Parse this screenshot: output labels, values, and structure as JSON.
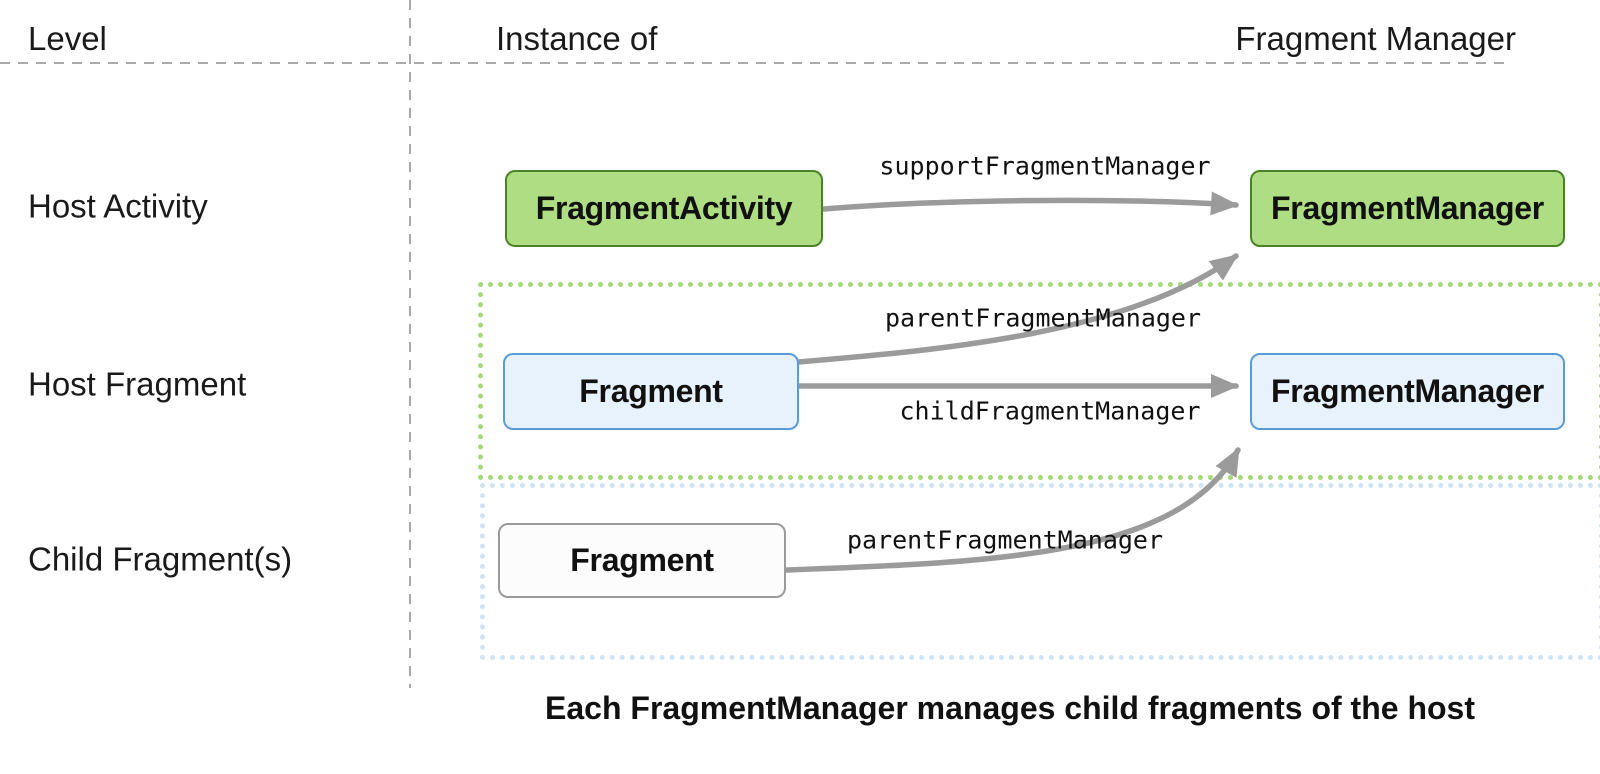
{
  "header": {
    "level": "Level",
    "instance_of": "Instance of",
    "fragment_manager": "Fragment Manager"
  },
  "rows": [
    {
      "label": "Host Activity"
    },
    {
      "label": "Host Fragment"
    },
    {
      "label": "Child Fragment(s)"
    }
  ],
  "boxes": {
    "fragment_activity": "FragmentActivity",
    "activity_fragment_manager": "FragmentManager",
    "host_fragment": "Fragment",
    "host_fragment_manager": "FragmentManager",
    "child_fragment": "Fragment"
  },
  "arrows": {
    "support": "supportFragmentManager",
    "parent_from_host": "parentFragmentManager",
    "child": "childFragmentManager",
    "parent_from_child": "parentFragmentManager"
  },
  "caption": "Each FragmentManager manages child fragments of the host",
  "colors": {
    "activity_box_fill": "#aedd84",
    "activity_box_border": "#4a8327",
    "fragment_box_fill": "#e8f2fc",
    "fragment_box_border": "#5b9bd5",
    "child_box_fill": "#fcfcfc",
    "child_box_border": "#9a9a9a",
    "host_group_dots": "#a5d878",
    "child_group_dots": "#cfe3f6",
    "arrow": "#9b9b9b",
    "divider": "#a9a9a9"
  }
}
